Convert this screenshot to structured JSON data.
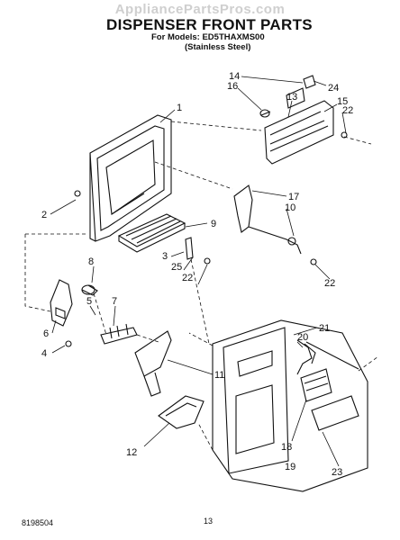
{
  "watermark": "AppliancePartsPros.com",
  "title": "DISPENSER FRONT PARTS",
  "subtitle": "For Models: ED5THAXMS00",
  "subtitle2": "(Stainless Steel)",
  "footer_code": "8198504",
  "page_number": "13",
  "callouts": [
    "1",
    "2",
    "3",
    "4",
    "5",
    "6",
    "7",
    "8",
    "9",
    "10",
    "11",
    "12",
    "13",
    "14",
    "15",
    "16",
    "17",
    "18",
    "19",
    "20",
    "21",
    "22",
    "22",
    "22",
    "23",
    "24",
    "25"
  ]
}
